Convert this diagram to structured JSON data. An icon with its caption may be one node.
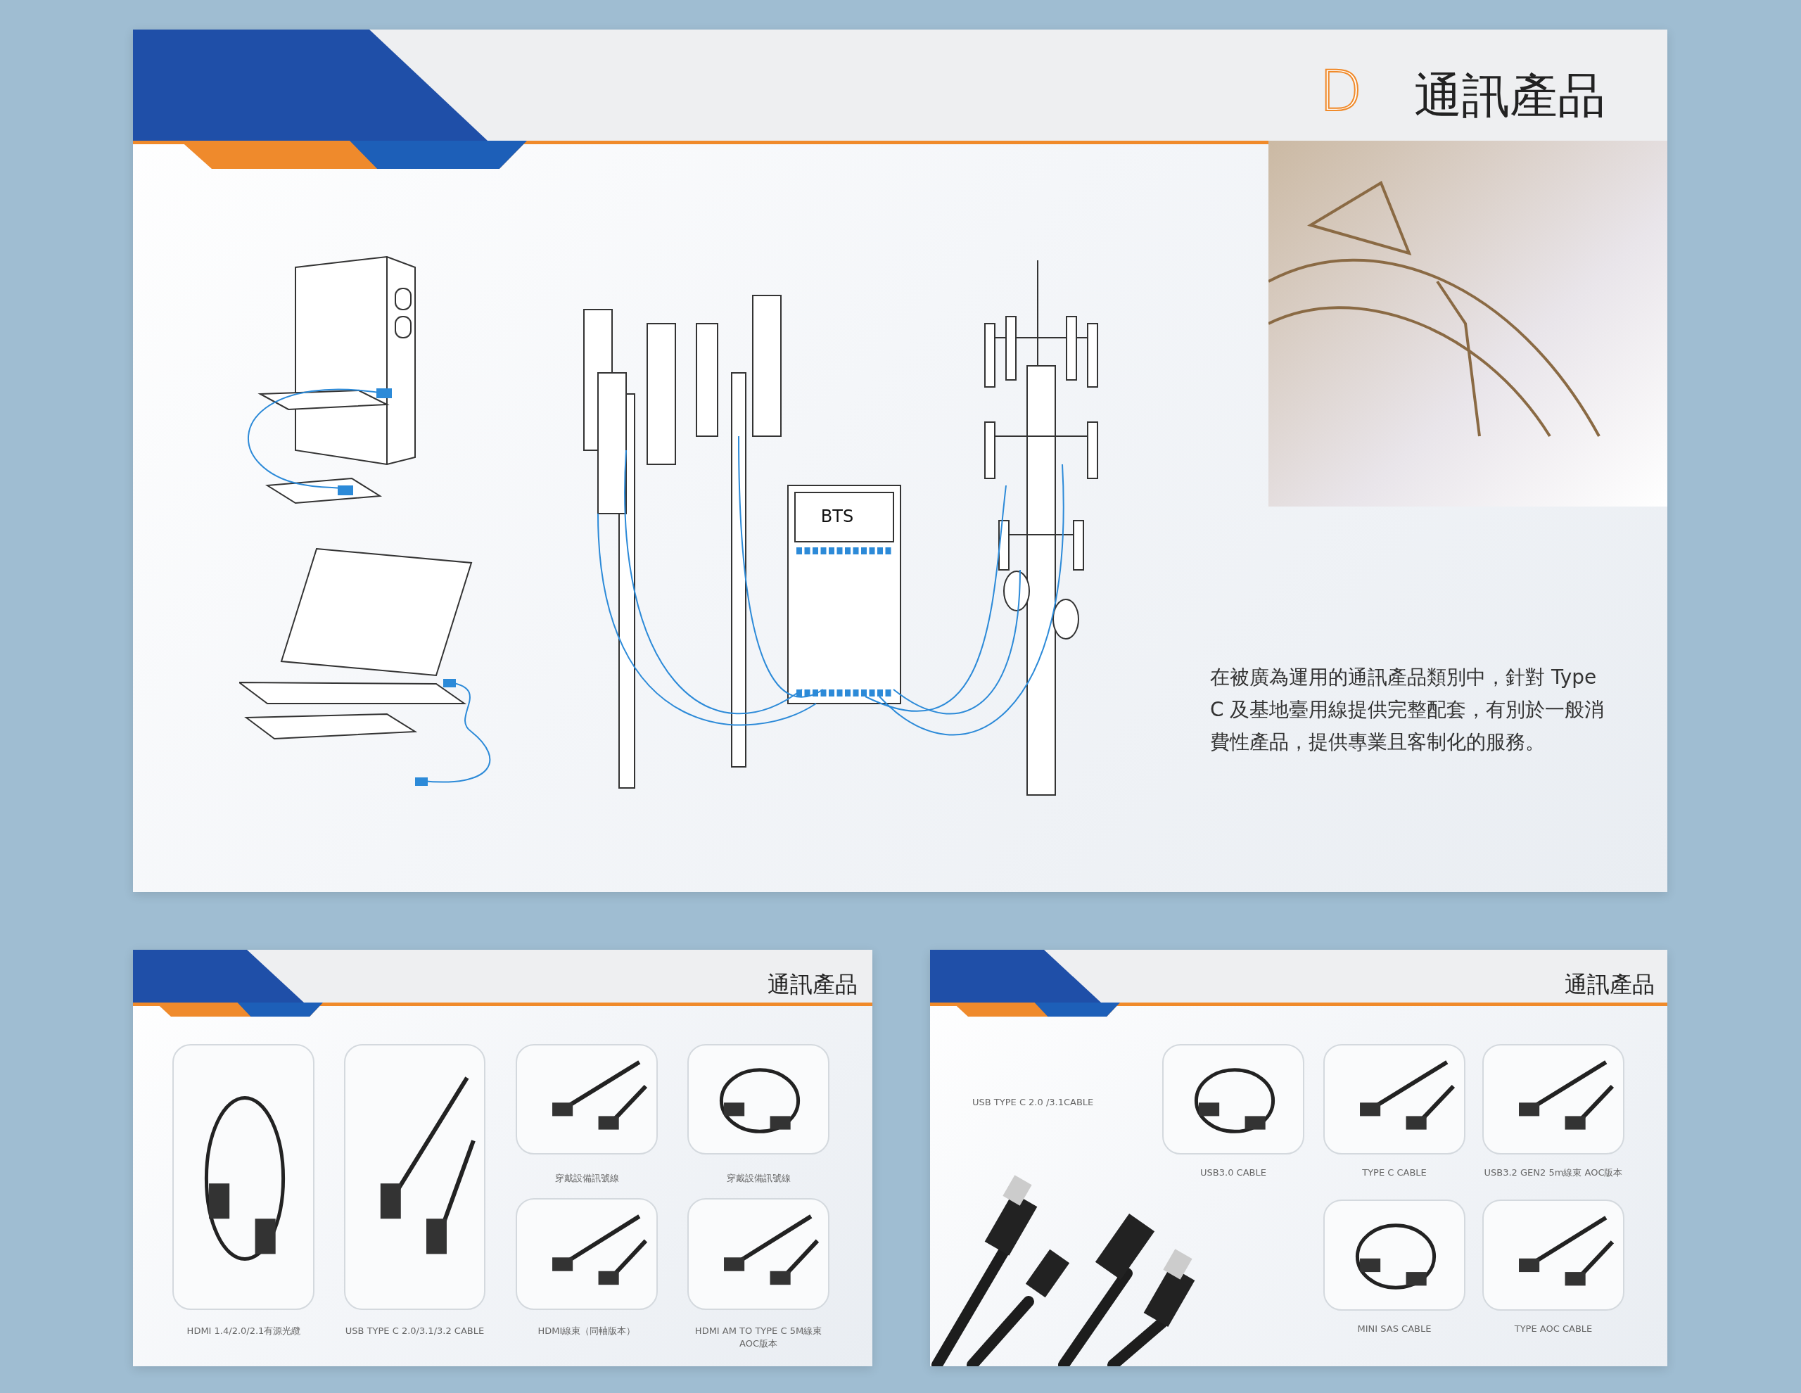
{
  "diagram": {
    "title": "通訊產品",
    "labels": [
      "D",
      "BTS",
      "在被廣為運用的通訊產品類別中，針對 Type C 及基地臺用線提供完整配套，有別於一般消費性產品，提供專業且客制化的服務。",
      "通訊產品",
      "穿戴設備訊號線",
      "穿戴設備訊號線",
      "HDMI 1.4/2.0/2.1有源光纜",
      "USB TYPE C 2.0/3.1/3.2 CABLE",
      "HDMI線束（同軸版本）",
      "HDMI AM TO TYPE C 5M線束 AOC版本",
      "通訊產品",
      "USB TYPE C 2.0 /3.1CABLE",
      "USB3.0 CABLE",
      "TYPE C CABLE",
      "USB3.2 GEN2 5m線束 AOC版本",
      "MINI SAS CABLE",
      "TYPE AOC CABLE"
    ]
  }
}
